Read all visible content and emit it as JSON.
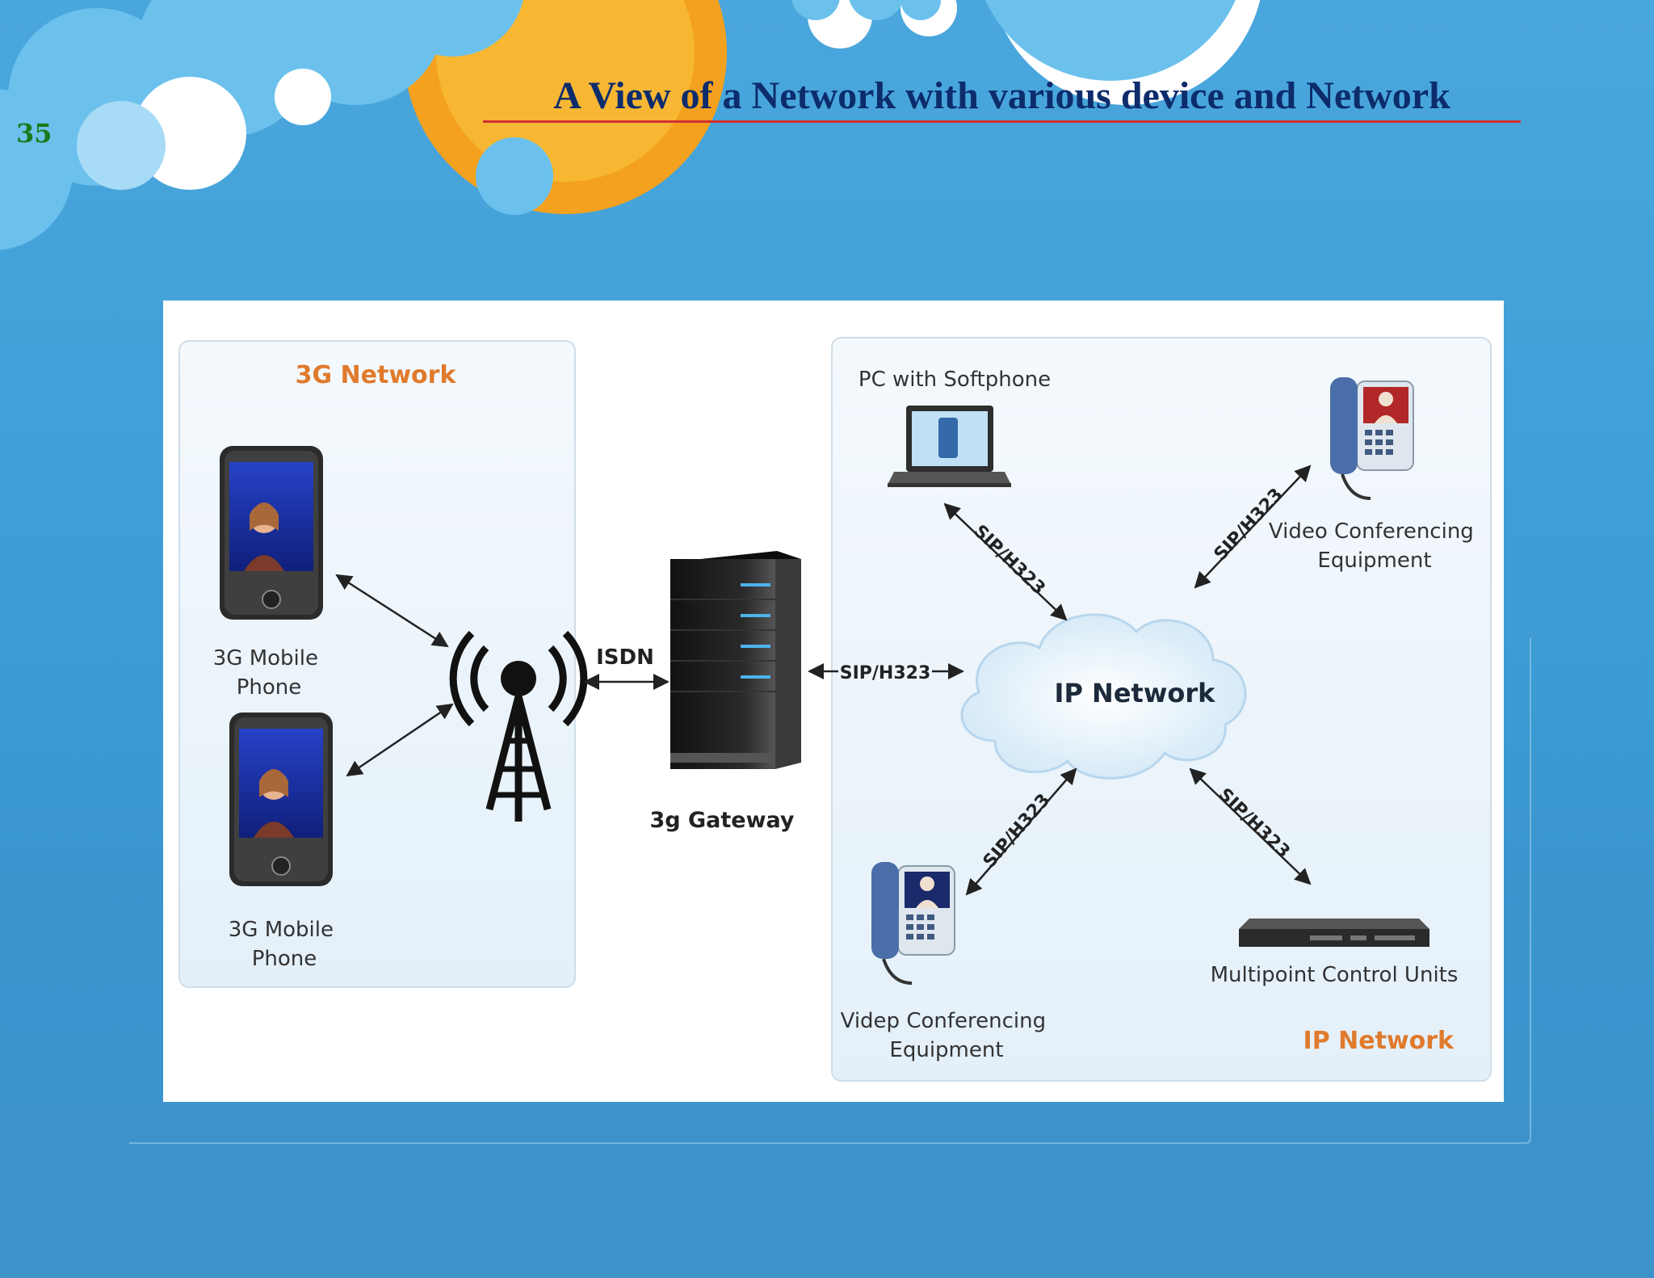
{
  "slide": {
    "number": "35",
    "title": "A View of a Network with various device and Network"
  },
  "diagram": {
    "groups": {
      "g3": "3G Network",
      "ip": "IP Network"
    },
    "nodes": {
      "phone1": "3G Mobile\nPhone",
      "phone2": "3G Mobile\nPhone",
      "gateway": "3g Gateway",
      "cloud": "IP Network",
      "pc": "PC with Softphone",
      "vc_top": "Video Conferencing\nEquipment",
      "vc_bottom": "Videp Conferencing\nEquipment",
      "mcu": "Multipoint Control Units"
    },
    "links": {
      "isdn": "ISDN",
      "gw_cloud": "SIP/H323",
      "pc_cloud": "SIP/H323",
      "vctop_cloud": "SIP/H323",
      "vcbot_cloud": "SIP/H323",
      "mcu_cloud": "SIP/H323"
    },
    "colors": {
      "group_title": "#e07a2c",
      "panel_bg": "#eaf4fb",
      "line": "#222222"
    }
  }
}
